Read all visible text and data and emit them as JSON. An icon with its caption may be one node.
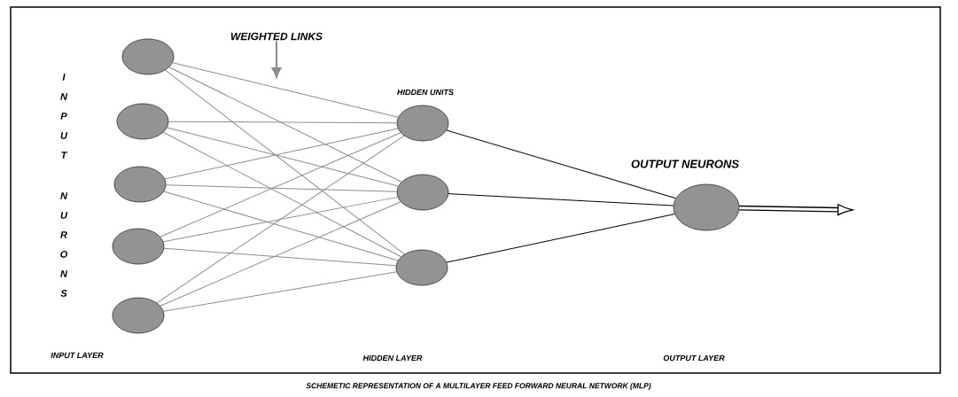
{
  "diagram": {
    "caption": "SCHEMETIC REPRESENTATION OF A MULTILAYER FEED FORWARD NEURAL NETWORK (MLP)",
    "nodes": [
      {
        "text": [],
        "shape": "circle"
      },
      {
        "text": [],
        "shape": "circle"
      },
      {
        "text": [],
        "shape": "circle"
      },
      {
        "text": [],
        "shape": "circle"
      },
      {
        "text": [],
        "shape": "circle"
      },
      {
        "text": [],
        "shape": "circle"
      },
      {
        "text": [],
        "shape": "circle"
      },
      {
        "text": [],
        "shape": "circle"
      },
      {
        "text": [],
        "shape": "circle"
      },
      {
        "text": [
          "WEIGHTED LINKS"
        ]
      }
    ],
    "edges": [
      {
        "from": 0,
        "to": 5,
        "arrow": "none"
      },
      {
        "from": 0,
        "to": 6,
        "arrow": "none"
      },
      {
        "from": 0,
        "to": 7,
        "arrow": "none"
      },
      {
        "from": 1,
        "to": 5,
        "arrow": "none"
      },
      {
        "from": 1,
        "to": 6,
        "arrow": "none"
      },
      {
        "from": 1,
        "to": 7,
        "arrow": "none"
      },
      {
        "from": 2,
        "to": 5,
        "arrow": "none"
      },
      {
        "from": 2,
        "to": 6,
        "arrow": "none"
      },
      {
        "from": 2,
        "to": 7,
        "arrow": "none"
      },
      {
        "from": 3,
        "to": 5,
        "arrow": "none"
      },
      {
        "from": 3,
        "to": 6,
        "arrow": "none"
      },
      {
        "from": 3,
        "to": 7,
        "arrow": "none"
      },
      {
        "from": 4,
        "to": 5,
        "arrow": "none"
      },
      {
        "from": 4,
        "to": 6,
        "arrow": "none"
      },
      {
        "from": 4,
        "to": 7,
        "arrow": "none"
      },
      {
        "from": 5,
        "to": 8,
        "arrow": "none",
        "color": "#000000"
      },
      {
        "from": 6,
        "to": 8,
        "arrow": "none",
        "color": "#000000"
      },
      {
        "from": 7,
        "to": 8,
        "arrow": "none",
        "color": "#000000"
      },
      {
        "from": 8,
        "to": null,
        "arrow": "to",
        "style": "thick",
        "color": "#000000"
      },
      {
        "from": 9,
        "to": null,
        "arrow": "to"
      }
    ],
    "labels": [
      "INPUT",
      "NURONS",
      "HIDDEN UNITS",
      "OUTPUT NEURONS",
      "INPUT LAYER",
      "HIDDEN LAYER",
      "OUTPUT LAYER"
    ]
  }
}
